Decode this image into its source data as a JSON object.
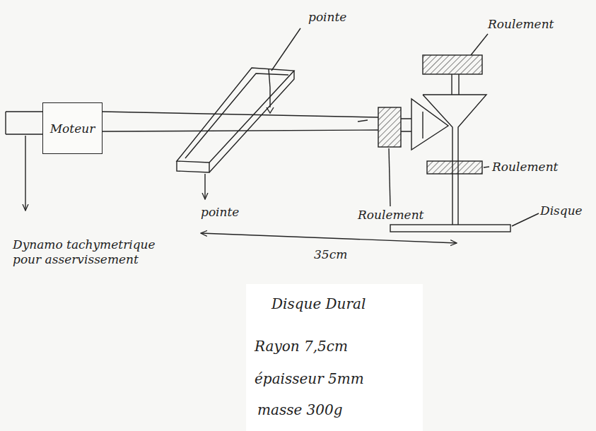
{
  "diagram": {
    "nodes": [
      {
        "text": [
          "Moteur"
        ]
      }
    ],
    "labels": [
      "pointe",
      "Roulement",
      "Roulement",
      "Disque",
      "Roulement",
      "pointe",
      "35cm",
      "Dynamo tachymetrique pour asservissement",
      "Disque Dural",
      "Rayon 7,5cm",
      "épaisseur 5mm",
      "masse 300g"
    ]
  }
}
